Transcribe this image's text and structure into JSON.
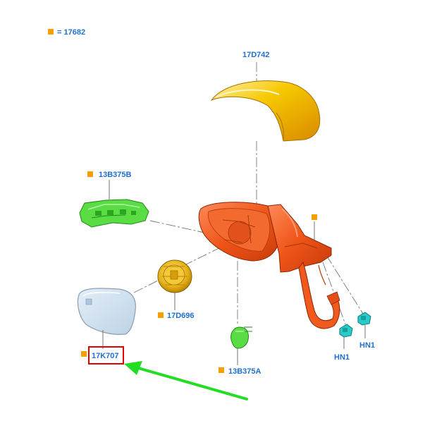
{
  "legend": {
    "text": "= 17682",
    "marker_color": "#f5a000"
  },
  "labels": {
    "cap": "17D742",
    "signal": "13B375B",
    "actuator": "17D696",
    "glass": "17K707",
    "puddle": "13B375A",
    "hn1_left": "HN1",
    "hn1_right": "HN1"
  },
  "colors": {
    "label": "#1f6fd0",
    "marker": "#f5a000",
    "highlight_box": "#e00000",
    "arrow": "#22dd22",
    "housing": "#f05a1e",
    "cap": "#f2bb00",
    "signal": "#49d63e",
    "glass": "#cfe0ef",
    "connector": "#2cc9c9"
  },
  "highlighted_part": "17K707"
}
